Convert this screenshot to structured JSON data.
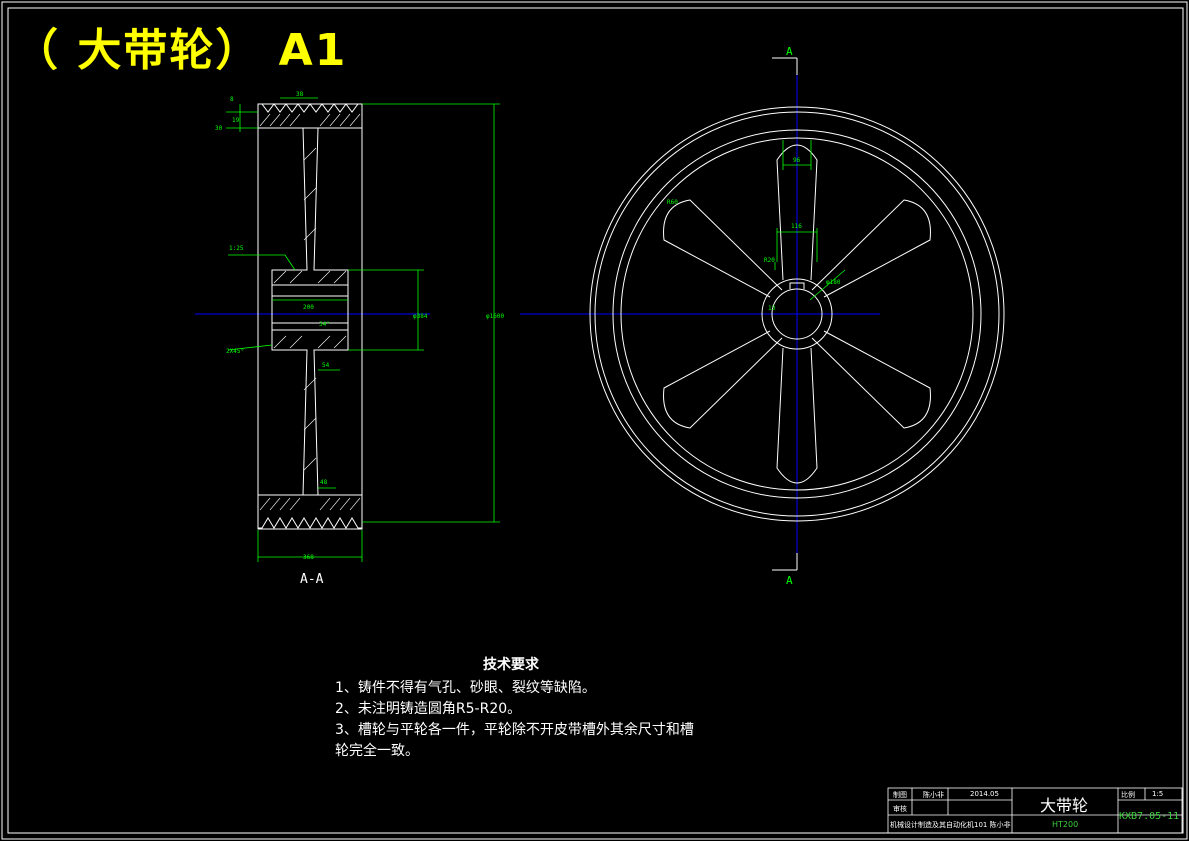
{
  "title": "（ 大带轮） A1",
  "section_view_label": "A-A",
  "cut_labels": {
    "top": "A",
    "bottom": "A"
  },
  "dims": {
    "top_8": "8",
    "top_38": "38",
    "top_19": "19",
    "left_30": "30",
    "taper": "1:25",
    "bore_len": "200",
    "chamfer": "2X45°",
    "hub_dia": "φ384",
    "outer_dia": "φ1600",
    "web_54": "54",
    "web_48": "48",
    "face_width": "368",
    "angle": "34°",
    "spoke_96": "96",
    "spoke_116": "116",
    "rim_r": "R60",
    "hub_r": "R20",
    "bore_dia": "φ180",
    "key_13": "13"
  },
  "tech_req": {
    "heading": "技术要求",
    "line1": "1、铸件不得有气孔、砂眼、裂纹等缺陷。",
    "line2": "2、未注明铸造圆角R5-R20。",
    "line3": "3、槽轮与平轮各一件，平轮除不开皮带槽外其余尺寸和槽",
    "line4": "轮完全一致。"
  },
  "title_block": {
    "drawn_label": "制图",
    "drawn_by": "陈小非",
    "date": "2014.05",
    "review_label": "审核",
    "part_name": "大带轮",
    "scale_label": "比例",
    "scale": "1:5",
    "school": "机械设计制造及其自动化机101 陈小非",
    "material": "HT200",
    "drawing_no": "KXB7.05-11"
  },
  "colors": {
    "line": "#ffffff",
    "center": "#0000ff",
    "dim": "#00ff00",
    "title": "#ffff00"
  }
}
